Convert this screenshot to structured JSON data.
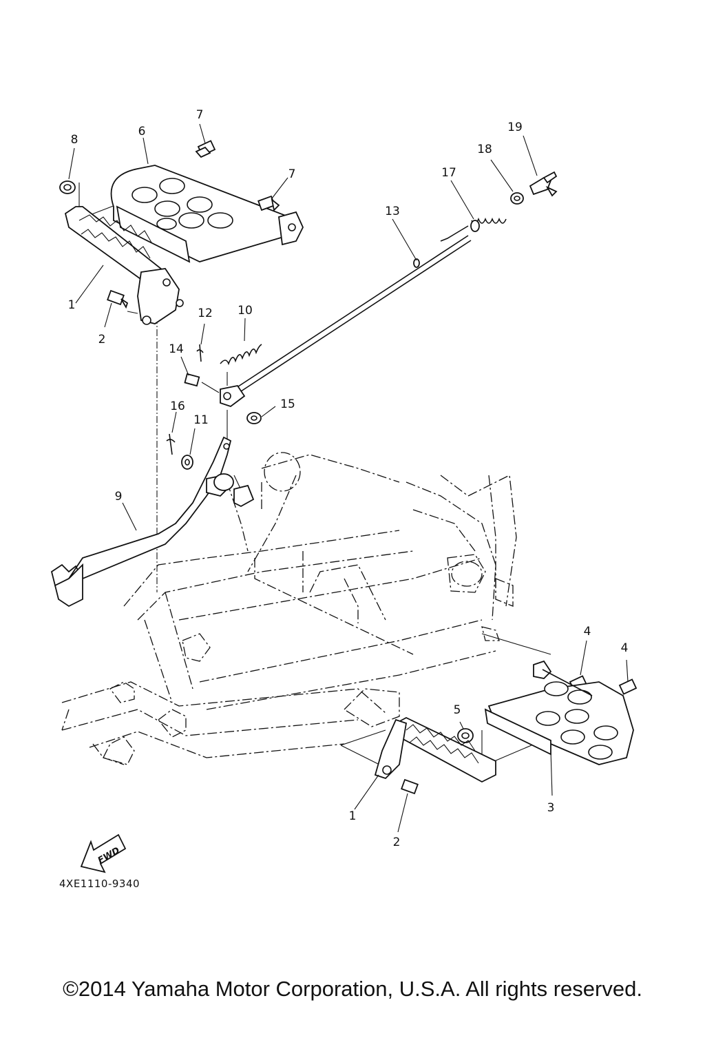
{
  "diagram": {
    "callouts": [
      "1",
      "2",
      "3",
      "4",
      "5",
      "6",
      "7",
      "8",
      "9",
      "10",
      "11",
      "12",
      "13",
      "14",
      "15",
      "16",
      "17",
      "18",
      "19"
    ],
    "fwd_label": "FWD",
    "diagram_code": "4XE1110-9340",
    "copyright": "©2014 Yamaha Motor Corporation, U.S.A. All rights reserved."
  }
}
